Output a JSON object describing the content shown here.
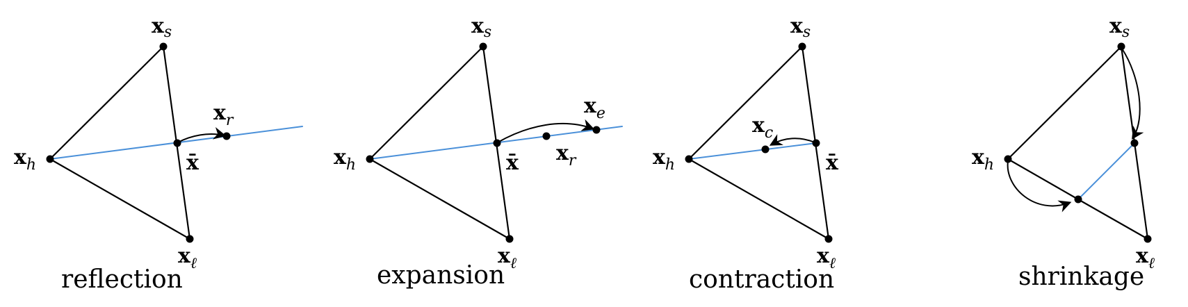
{
  "colors": {
    "line": "#000000",
    "accent": "#4a90d9"
  },
  "panels": [
    {
      "caption": "reflection",
      "labels": {
        "s": "s",
        "h": "h",
        "l": "ℓ",
        "r": "r",
        "xbar": "x̄"
      }
    },
    {
      "caption": "expansion",
      "labels": {
        "s": "s",
        "h": "h",
        "l": "ℓ",
        "r": "r",
        "e": "e",
        "xbar": "x̄"
      }
    },
    {
      "caption": "contraction",
      "labels": {
        "s": "s",
        "h": "h",
        "l": "ℓ",
        "c": "c",
        "xbar": "x̄"
      }
    },
    {
      "caption": "shrinkage",
      "labels": {
        "s": "s",
        "h": "h",
        "l": "ℓ"
      }
    }
  ],
  "base_symbol": "x"
}
